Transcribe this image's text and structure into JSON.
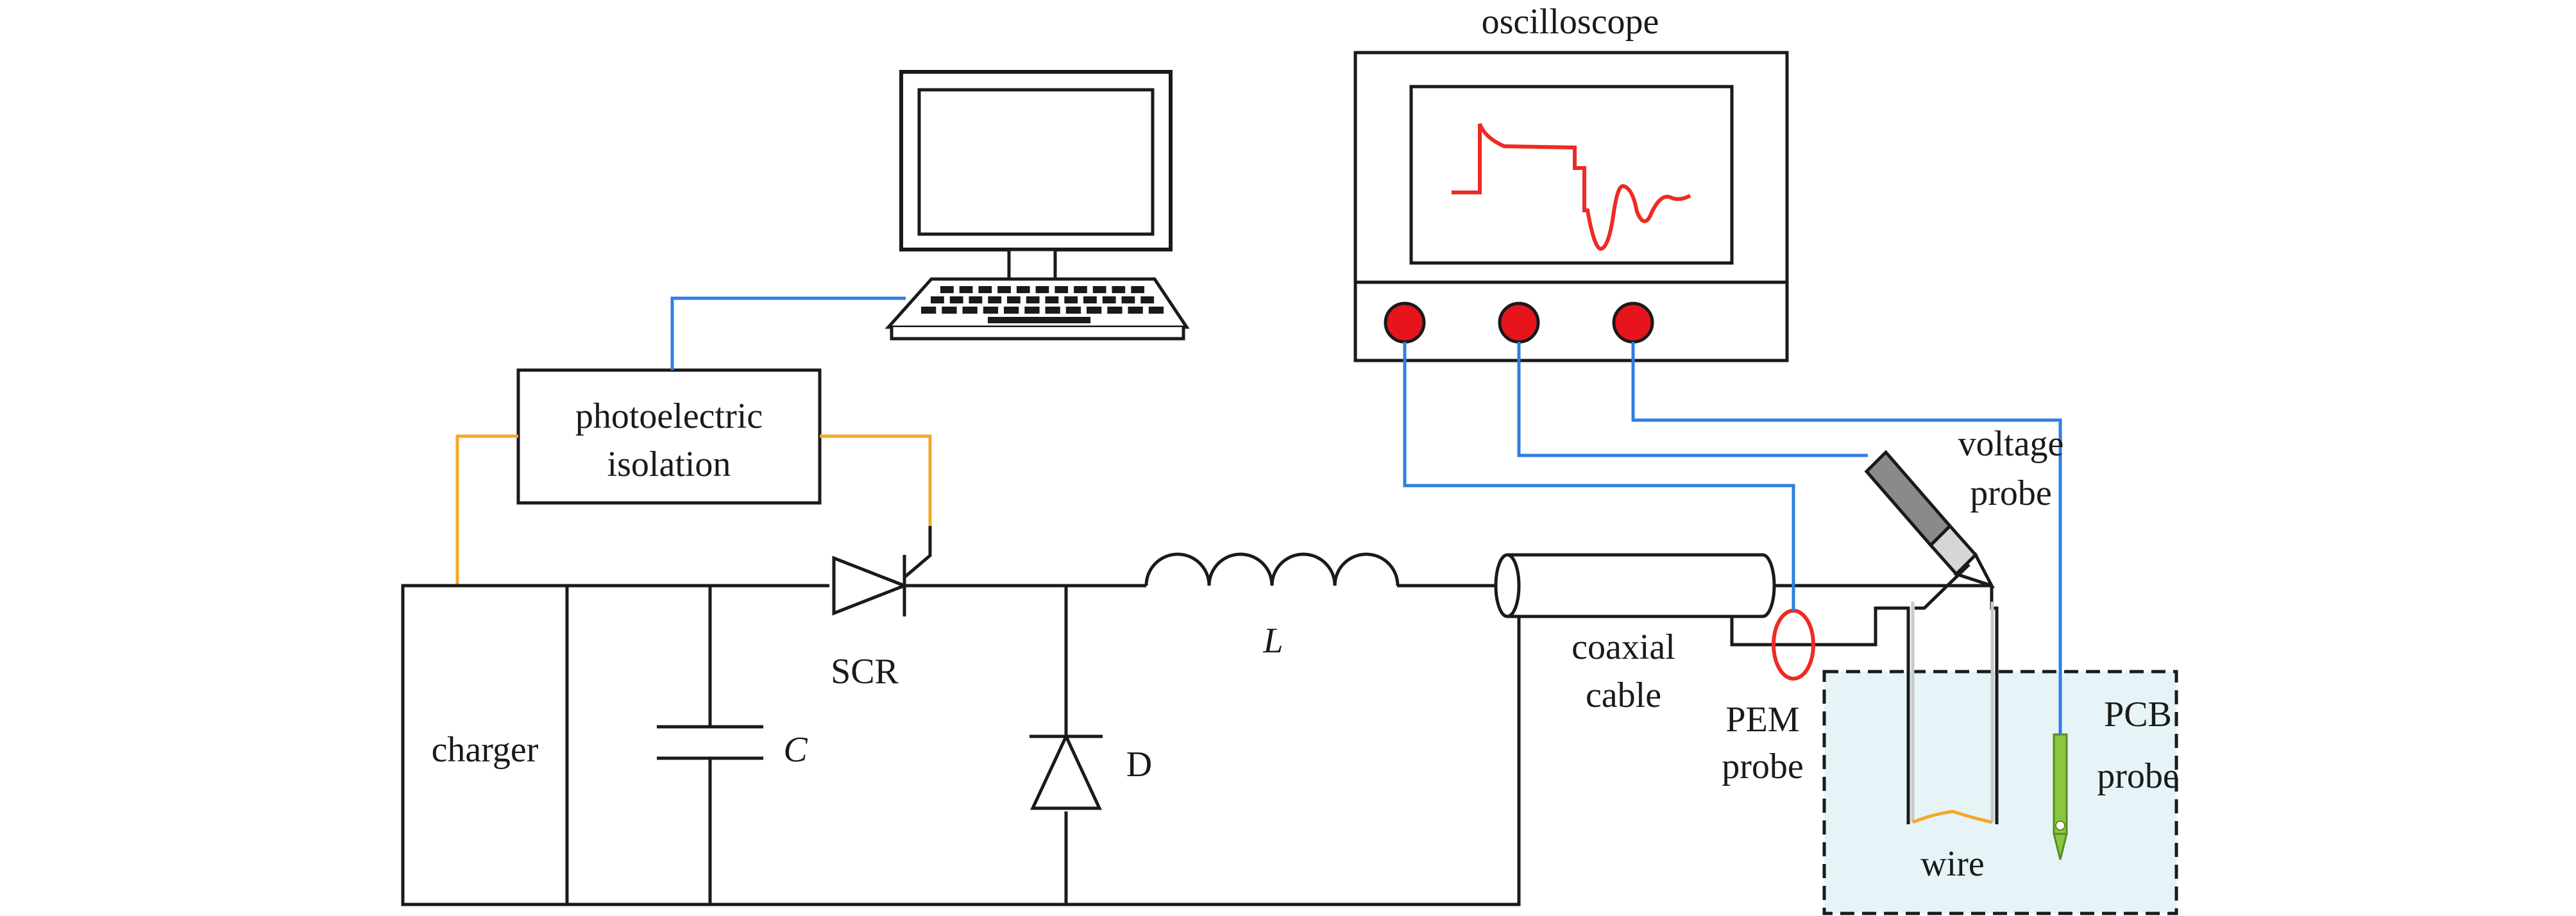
{
  "labels": {
    "oscilloscope": "oscilloscope",
    "photoelectric_line1": "photoelectric",
    "photoelectric_line2": "isolation",
    "voltage_probe_line1": "voltage",
    "voltage_probe_line2": "probe",
    "scr": "SCR",
    "inductor": "L",
    "coaxial_line1": "coaxial",
    "coaxial_line2": "cable",
    "charger": "charger",
    "capacitor": "C",
    "diode": "D",
    "pem_line1": "PEM",
    "pem_line2": "probe",
    "pcb_line1": "PCB",
    "pcb_line2": "probe",
    "wire": "wire"
  },
  "colors": {
    "signal_cable": "#2f7fe0",
    "control_cable": "#f2a928",
    "waveform": "#ee2a24",
    "probe_knob": "#e8141c",
    "pcb_probe": "#8cc63f",
    "test_area_fill": "#e6f4f7",
    "circuit_line": "#1a1a1a"
  },
  "icons": {
    "computer": "desktop-computer-icon",
    "keyboard": "keyboard-icon",
    "oscilloscope": "oscilloscope-icon",
    "voltage_probe": "voltage-probe-icon"
  }
}
